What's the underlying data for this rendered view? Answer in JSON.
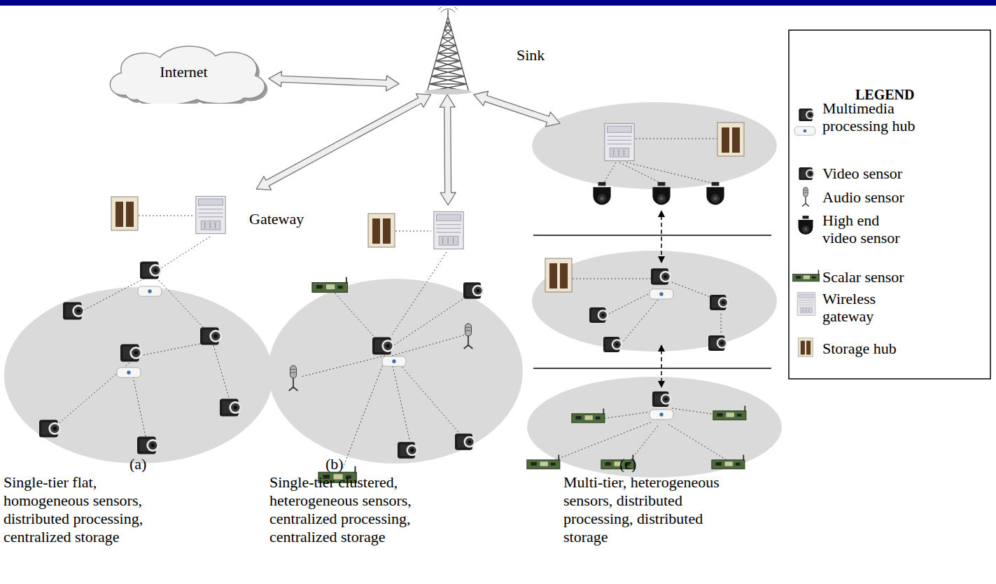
{
  "diagram": {
    "nodes": [
      {
        "text": [
          "Internet"
        ]
      },
      {
        "text": [
          "Sink"
        ]
      },
      {
        "text": [
          "Gateway"
        ]
      },
      {
        "text": [
          "(a)",
          "Single-tier flat, homogeneous sensors, distributed processing, centralized storage"
        ]
      },
      {
        "text": [
          "(b)",
          "Single-tier clustered, heterogeneous sensors, centralized processing, centralized storage"
        ]
      },
      {
        "text": [
          "(c)",
          "Multi-tier, heterogeneous sensors, distributed processing, distributed storage"
        ]
      }
    ],
    "edges": [
      {
        "from": 0,
        "to": 1,
        "arrow": "both"
      },
      {
        "from": 1,
        "to": 2,
        "arrow": "both"
      },
      {
        "from": 1,
        "to": 4,
        "arrow": "both"
      },
      {
        "from": 1,
        "to": 5,
        "arrow": "both"
      }
    ],
    "labels": [
      "LEGEND"
    ],
    "legend": [
      {
        "text": "Multimedia processing hub"
      },
      {
        "text": "Video sensor"
      },
      {
        "text": "Audio sensor"
      },
      {
        "text": "High end video sensor"
      },
      {
        "text": "Scalar sensor"
      },
      {
        "text": "Wireless gateway"
      },
      {
        "text": "Storage hub"
      }
    ]
  }
}
